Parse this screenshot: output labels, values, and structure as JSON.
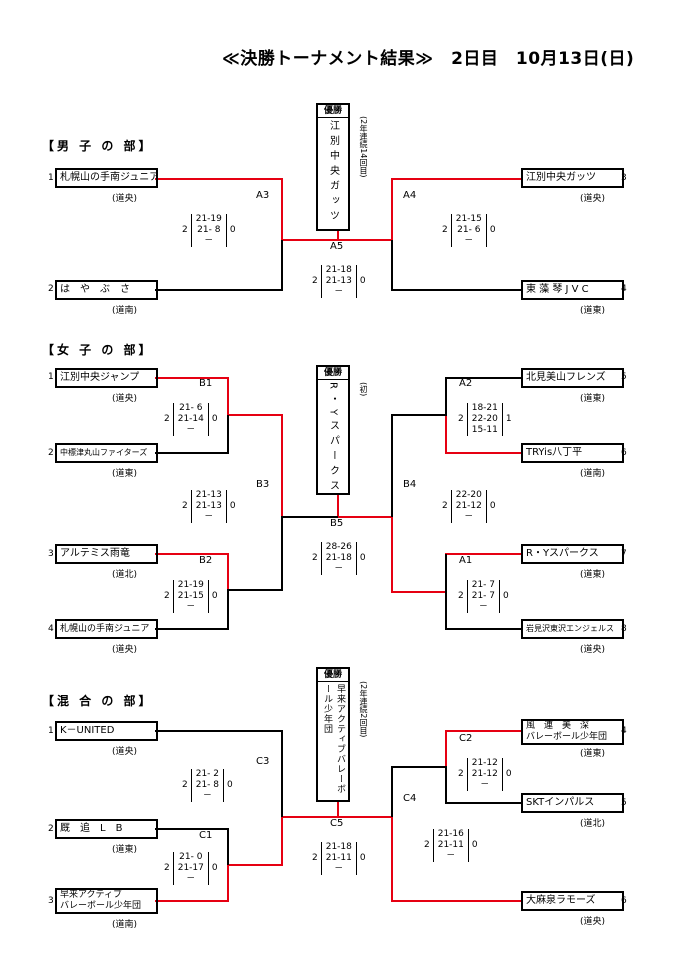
{
  "title": "≪決勝トーナメント結果≫　2日目　10月13日(日)",
  "sections": {
    "boys": "【男 子 の 部】",
    "girls": "【女 子 の 部】",
    "mixed": "【混 合 の 部】"
  },
  "champions": {
    "head": "優勝",
    "boys": {
      "name": "江別中央ガッツ",
      "note": "(2年連続14回目)"
    },
    "girls": {
      "name": "R・Yスパークス",
      "note": "(初)"
    },
    "mixed": {
      "name": "早来アクティブバレーボール少年団",
      "note": "(2年連続2回目)"
    }
  },
  "teams": {
    "boys": [
      {
        "seed": "1",
        "name": "札幌山の手南ジュニア",
        "region": "(道央)"
      },
      {
        "seed": "2",
        "name": "は　や　ぶ　さ",
        "region": "(道南)"
      },
      {
        "seed": "3",
        "name": "江別中央ガッツ",
        "region": "(道央)"
      },
      {
        "seed": "4",
        "name": "東 藻 琴 J V C",
        "region": "(道東)"
      }
    ],
    "girls": [
      {
        "seed": "1",
        "name": "江別中央ジャンプ",
        "region": "(道央)"
      },
      {
        "seed": "2",
        "name": "中標津丸山ファイターズ",
        "region": "(道東)"
      },
      {
        "seed": "3",
        "name": "アルテミス雨竜",
        "region": "(道北)"
      },
      {
        "seed": "4",
        "name": "札幌山の手南ジュニア",
        "region": "(道央)"
      },
      {
        "seed": "5",
        "name": "北見美山フレンズ",
        "region": "(道東)"
      },
      {
        "seed": "6",
        "name": "TRYis八丁平",
        "region": "(道南)"
      },
      {
        "seed": "7",
        "name": "R・Yスパークス",
        "region": "(道東)"
      },
      {
        "seed": "8",
        "name": "岩見沢東沢エンジェルス",
        "region": "(道央)"
      }
    ],
    "mixed": [
      {
        "seed": "1",
        "name": "K－UNITED",
        "region": "(道央)"
      },
      {
        "seed": "2",
        "name": "厩　追　L　B",
        "region": "(道東)"
      },
      {
        "seed": "3",
        "name": "早来アクティブ",
        "name2": "バレーボール少年団",
        "region": "(道南)"
      },
      {
        "seed": "4",
        "name": "風　連　美　深",
        "name2": "バレーボール少年団",
        "region": "(道東)"
      },
      {
        "seed": "5",
        "name": "SKTインパルス",
        "region": "(道北)"
      },
      {
        "seed": "6",
        "name": "大麻泉ラモーズ",
        "region": "(道央)"
      }
    ]
  },
  "matches": {
    "A1": "A1",
    "A2": "A2",
    "A3": "A3",
    "A4": "A4",
    "A5": "A5",
    "B1": "B1",
    "B2": "B2",
    "B3": "B3",
    "B4": "B4",
    "B5": "B5",
    "C1": "C1",
    "C2": "C2",
    "C3": "C3",
    "C4": "C4",
    "C5": "C5"
  },
  "scores": {
    "A3": {
      "left": "2",
      "right": "0",
      "sets": [
        "21-19",
        "21- 8",
        "－"
      ]
    },
    "A4": {
      "left": "2",
      "right": "0",
      "sets": [
        "21-15",
        "21- 6",
        "－"
      ]
    },
    "A5": {
      "left": "2",
      "right": "0",
      "sets": [
        "21-18",
        "21-13",
        "－"
      ]
    },
    "B1": {
      "left": "2",
      "right": "0",
      "sets": [
        "21- 6",
        "21-14",
        "－"
      ]
    },
    "A2": {
      "left": "2",
      "right": "1",
      "sets": [
        "18-21",
        "22-20",
        "15-11"
      ]
    },
    "B3": {
      "left": "2",
      "right": "0",
      "sets": [
        "21-13",
        "21-13",
        "－"
      ]
    },
    "B4": {
      "left": "2",
      "right": "0",
      "sets": [
        "22-20",
        "21-12",
        "－"
      ]
    },
    "B5": {
      "left": "2",
      "right": "0",
      "sets": [
        "28-26",
        "21-18",
        "－"
      ]
    },
    "B2": {
      "left": "2",
      "right": "0",
      "sets": [
        "21-19",
        "21-15",
        "－"
      ]
    },
    "A1": {
      "left": "2",
      "right": "0",
      "sets": [
        "21- 7",
        "21- 7",
        "－"
      ]
    },
    "C3": {
      "left": "2",
      "right": "0",
      "sets": [
        "21- 2",
        "21- 8",
        "－"
      ]
    },
    "C2": {
      "left": "2",
      "right": "0",
      "sets": [
        "21-12",
        "21-12",
        "－"
      ]
    },
    "C4": {
      "left": "2",
      "right": "0",
      "sets": [
        "21-16",
        "21-11",
        "－"
      ]
    },
    "C1": {
      "left": "2",
      "right": "0",
      "sets": [
        "21- 0",
        "21-17",
        "－"
      ]
    },
    "C5": {
      "left": "2",
      "right": "0",
      "sets": [
        "21-18",
        "21-11",
        "－"
      ]
    }
  },
  "colors": {
    "winner_line": "#e60012",
    "line": "#000000"
  }
}
